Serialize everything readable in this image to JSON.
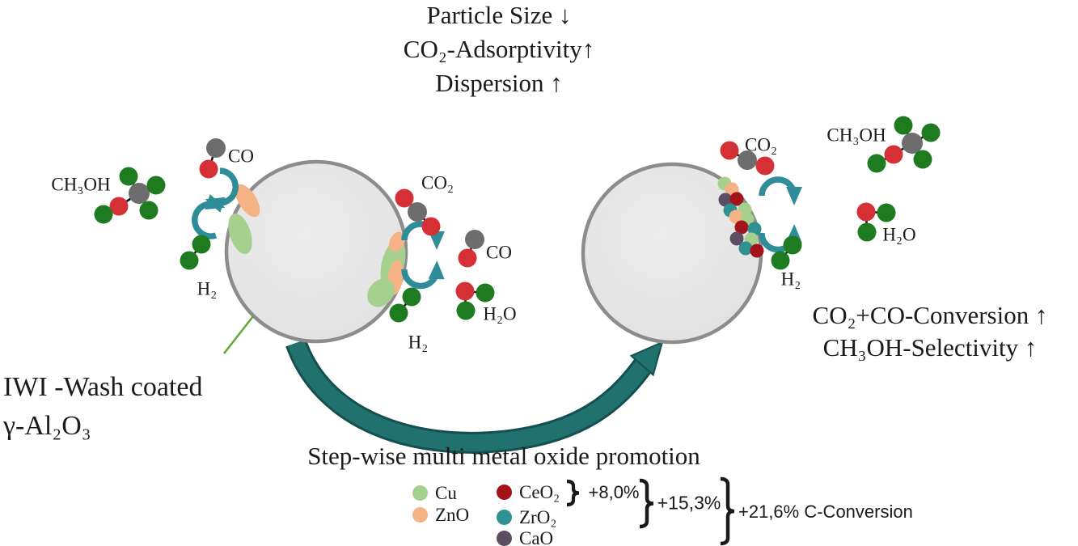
{
  "title_block": {
    "line1": "Particle Size ↓",
    "line2": "CO₂-Adsorptivity↑",
    "line3": "Dispersion ↑"
  },
  "result_block": {
    "line1": "CO₂+CO-Conversion ↑",
    "line2": "CH₃OH-Selectivity ↑"
  },
  "support_label": {
    "line1": "IWI -Wash coated",
    "line2": "γ-Al₂O₃"
  },
  "process_label": "Step-wise multi metal oxide promotion",
  "molecule_labels": {
    "ch3oh_left": "CH₃OH",
    "co_left": "CO",
    "h2_left": "H₂",
    "co2_mid": "CO₂",
    "co_mid": "CO",
    "h2o_mid": "H₂O",
    "h2_mid": "H₂",
    "co2_right": "CO₂",
    "h2_right": "H₂",
    "ch3oh_right": "CH₃OH",
    "h2o_right": "H₂O"
  },
  "legend": {
    "items": [
      {
        "id": "cu",
        "label": "Cu",
        "color": "#a6d08e"
      },
      {
        "id": "zno",
        "label": "ZnO",
        "color": "#f5b284"
      },
      {
        "id": "ceo2",
        "label": "CeO₂",
        "color": "#a3141a"
      },
      {
        "id": "zro2",
        "label": "ZrO₂",
        "color": "#2f9191"
      },
      {
        "id": "cao",
        "label": "CaO",
        "color": "#5c4e63"
      }
    ],
    "gains": [
      {
        "label": "+8,0%"
      },
      {
        "label": "+15,3%"
      },
      {
        "label": "+21,6% C-Conversion"
      }
    ]
  },
  "colors": {
    "cu": "#a6d08e",
    "zno": "#f5b284",
    "ceo2": "#a3141a",
    "zro2": "#2f9191",
    "cao": "#5c4e63",
    "cycle_arrow_teal": "#2e8d98",
    "big_arrow_teal": "#21716f",
    "atom_hydrogen_green": "#1e7b1f",
    "atom_oxygen_red": "#d53036",
    "atom_carbon_gray": "#6d6d6d",
    "sphere_fill": "#e7e7e7",
    "sphere_stroke": "#8c8c8c",
    "leader_line_green": "#5ea832"
  }
}
